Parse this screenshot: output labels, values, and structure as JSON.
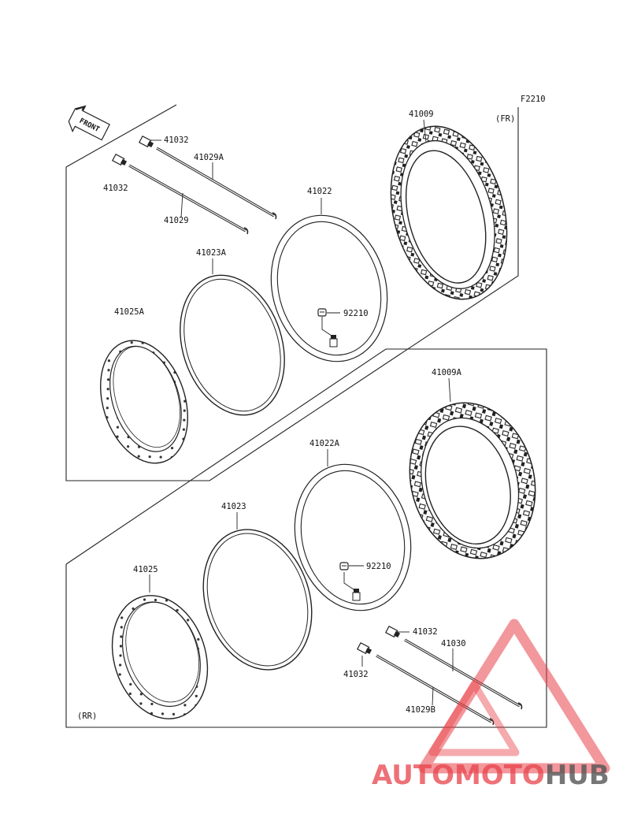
{
  "figure_code": "F2210",
  "front": {
    "section_label": "(FR)",
    "direction_arrow_text": "FRONT",
    "parts": {
      "tire": "41009",
      "tube": "41022",
      "valve_nut": "92210",
      "rim_band": "41023A",
      "rim": "41025A",
      "spoke_long": "41029A",
      "spoke_short": "41029",
      "nipple_top": "41032",
      "nipple_left": "41032"
    }
  },
  "rear": {
    "section_label": "(RR)",
    "parts": {
      "tire": "41009A",
      "tube": "41022A",
      "valve_nut": "92210",
      "rim_band": "41023",
      "rim": "41025",
      "spoke_long": "41030",
      "spoke_short": "41029B",
      "nipple_top": "41032",
      "nipple_left": "41032"
    }
  },
  "watermark": {
    "part1": "AUTOMOTO",
    "part2": "HUB",
    "color_primary": "#e8424a",
    "color_secondary": "#f2b640",
    "color_dark": "#555555"
  }
}
